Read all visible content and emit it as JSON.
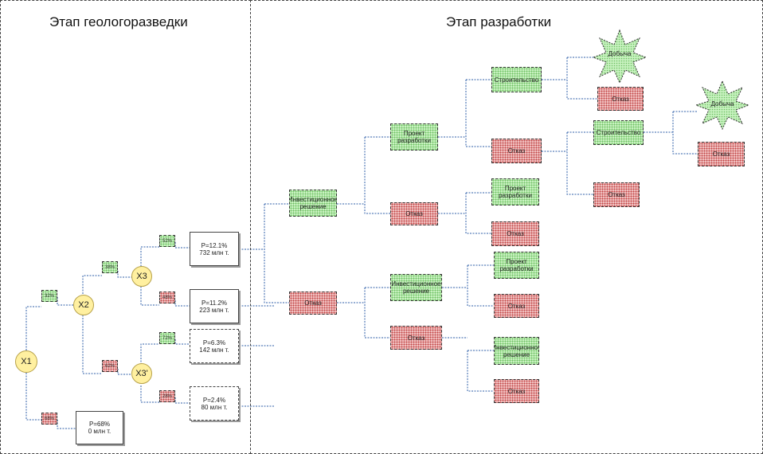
{
  "stages": {
    "exploration": "Этап геологоразведки",
    "development": "Этап разработки"
  },
  "nodes": {
    "x1": "X1",
    "x2": "X2",
    "x3": "X3",
    "x3b": "X3'"
  },
  "tags": {
    "t_x1_top": "32%",
    "t_x1_bot": "68%",
    "t_x2_top": "38%",
    "t_x2_bot": "62%",
    "t_x3_top": "52%",
    "t_x3_bot": "48%",
    "t_x3b_top": "72%",
    "t_x3b_bot": "28%"
  },
  "outcomes": {
    "o1": {
      "p": "P=12.1%",
      "v": "732 млн т."
    },
    "o2": {
      "p": "P=11.2%",
      "v": "223 млн т."
    },
    "o3": {
      "p": "P=6.3%",
      "v": "142 млн т."
    },
    "o4": {
      "p": "P=2.4%",
      "v": "80 млн т."
    },
    "o5": {
      "p": "P=68%",
      "v": "0 млн т."
    }
  },
  "labels": {
    "invest_top": "Инвестиционное решение",
    "project_1": "Проект разработки",
    "stroi_1": "Строительство",
    "refuse_1": "Отказ",
    "dobycha_1": "Добыча",
    "refuse_2": "Отказ",
    "stroi_2": "Строительство",
    "dobycha_2": "Добыча",
    "refuse_3": "Отказ",
    "refuse_4": "Отказ",
    "refuse_5": "Отказ",
    "project_2": "Проект разработки",
    "refuse_6": "Отказ",
    "refuse_main": "Отказ",
    "invest_2": "Инвестиционное решение",
    "project_3": "Проект разработки",
    "refuse_7": "Отказ",
    "refuse_8": "Отказ",
    "invest_3": "Инвестиционное решение",
    "refuse_9": "Отказ"
  },
  "colors": {
    "line": "#2f5fa8",
    "green": "#c8f2c0",
    "red": "#f2c4c4",
    "node": "#fff0a0"
  }
}
